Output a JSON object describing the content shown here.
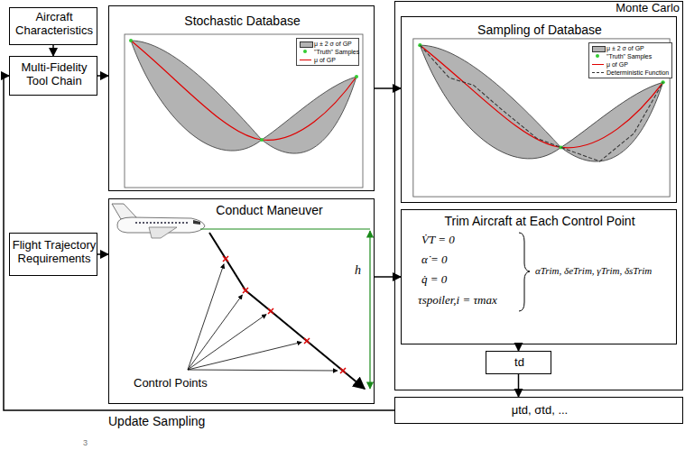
{
  "diagram": {
    "nodes": [
      {
        "text": [
          "Aircraft Characteristics"
        ]
      },
      {
        "text": [
          "Multi-Fidelity Tool Chain"
        ]
      },
      {
        "text": [
          "Stochastic Database"
        ]
      },
      {
        "text": [
          "Monte Carlo"
        ]
      },
      {
        "text": [
          "Sampling of Database"
        ],
        "in": 3
      },
      {
        "text": [
          "Flight Trajectory Requirements"
        ]
      },
      {
        "text": [
          "Conduct Maneuver"
        ]
      },
      {
        "text": [
          "Trim Aircraft at Each Control Point",
          "V̇T = 0",
          "α̇ = 0",
          "q̇ = 0",
          "τspoiler,i = τmax",
          "αTrim, δeTrim, γTrim, δsTrim"
        ],
        "in": 3
      },
      {
        "text": [
          "td"
        ],
        "in": 3
      },
      {
        "text": [
          "μtd, σtd, ..."
        ]
      }
    ],
    "edges": [
      {
        "from": 0,
        "to": 1,
        "arrow": "to"
      },
      {
        "from": 1,
        "to": 2,
        "arrow": "to"
      },
      {
        "from": 2,
        "to": 4,
        "arrow": "to"
      },
      {
        "from": 5,
        "to": 6,
        "arrow": "to"
      },
      {
        "from": 6,
        "to": 7,
        "arrow": "to"
      },
      {
        "from": 7,
        "to": 8,
        "arrow": "to"
      },
      {
        "from": 8,
        "to": 9,
        "arrow": "to"
      },
      {
        "from": 9,
        "to": 1,
        "label": "Update Sampling",
        "arrow": "to"
      }
    ],
    "labels": [
      "h",
      "Control Points",
      "3"
    ],
    "legend": [
      {
        "text": "μ ± 2 σ of GP",
        "color": "#b3b3b3"
      },
      {
        "text": "\"Truth\" Samples"
      },
      {
        "text": "μ of GP"
      },
      {
        "text": "μ ± 2 σ of GP",
        "color": "#b3b3b3"
      },
      {
        "text": "\"Truth\" Samples"
      },
      {
        "text": "μ of GP"
      },
      {
        "text": "Deterministic Function"
      }
    ]
  }
}
